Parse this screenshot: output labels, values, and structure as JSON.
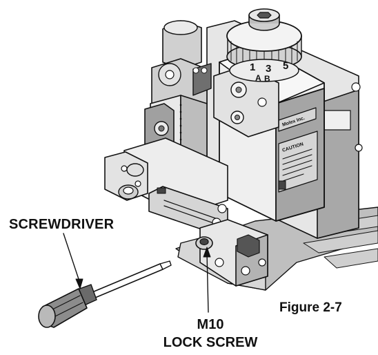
{
  "labels": {
    "screwdriver": "SCREWDRIVER",
    "lock_screw_line1": "M10",
    "lock_screw_line2": "LOCK SCREW",
    "figure_caption": "Figure 2-7"
  },
  "dial": {
    "numbers": [
      "1",
      "3",
      "5"
    ],
    "letters": [
      "A",
      "B"
    ]
  },
  "nameplate": {
    "brand": "Molex Inc."
  },
  "caution_plate": {
    "heading": "CAUTION"
  },
  "colors": {
    "line": "#111111",
    "face_light": "#ffffff",
    "face_mid": "#d9d9d9",
    "face_dark": "#9e9e9e",
    "face_darker": "#6f6f6f"
  }
}
